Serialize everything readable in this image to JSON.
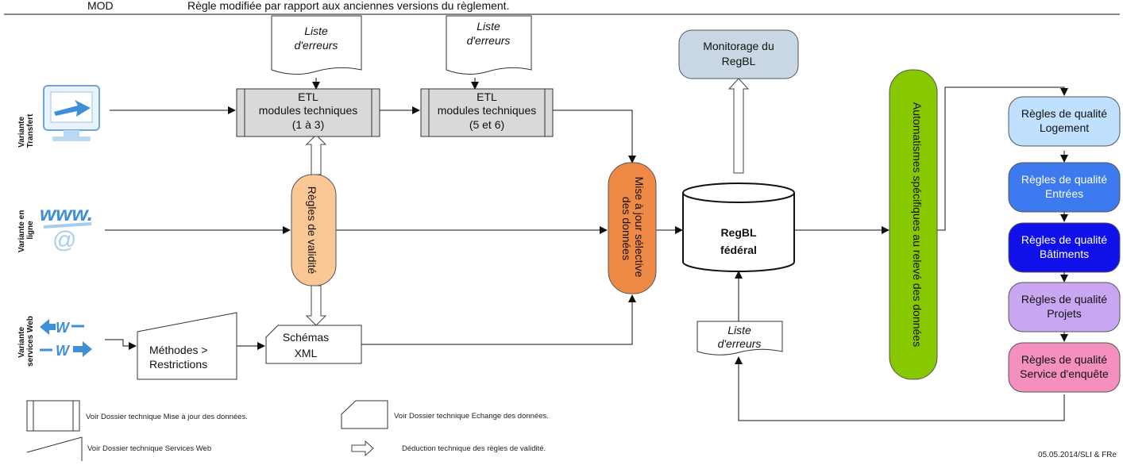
{
  "header": {
    "code": "MOD",
    "description": "Règle modifiée par rapport aux anciennes versions du règlement."
  },
  "variants": {
    "transfert": [
      "Variante",
      "Transfert"
    ],
    "en_ligne": [
      "Variante en",
      "ligne"
    ],
    "services_web": [
      "Variante",
      "services Web"
    ]
  },
  "www_text": "www.",
  "error_list": [
    "Liste",
    "d'erreurs"
  ],
  "etl1": [
    "ETL",
    "modules techniques",
    "(1 à 3)"
  ],
  "etl2": [
    "ETL",
    "modules techniques",
    "(5 et 6)"
  ],
  "validity_rules": "Règles de validité",
  "methods": [
    "Méthodes >",
    "Restrictions"
  ],
  "schemas": [
    "Schémas",
    "XML"
  ],
  "update_selective": [
    "Mise à jour sélective",
    "des données"
  ],
  "monitoring": [
    "Monitorage du",
    "RegBL"
  ],
  "regbl": [
    "RegBL",
    "fédéral"
  ],
  "automatismes": "Automatismes spécifiques au relevé des données",
  "quality_rules": [
    {
      "line1": "Règles de qualité",
      "line2": "Logement",
      "color": "#bfe0ff"
    },
    {
      "line1": "Règles de qualité",
      "line2": "Entrées",
      "color": "#3d79ef"
    },
    {
      "line1": "Règles de qualité",
      "line2": "Bâtiments",
      "color": "#1010e8"
    },
    {
      "line1": "Règles de qualité",
      "line2": "Projets",
      "color": "#c9a6f2"
    },
    {
      "line1": "Règles de qualité",
      "line2": "Service d'enquête",
      "color": "#f58fbd"
    }
  ],
  "legend": {
    "update_doc": "Voir Dossier technique Mise à jour des données.",
    "exchange_doc": "Voir Dossier technique Echange des données.",
    "webservices_doc": "Voir Dossier technique Services Web",
    "deduction": "Déduction technique des règles de validité."
  },
  "footer": "05.05.2014/SLI & FRe",
  "colors": {
    "etl_fill": "#d9d9d9",
    "validity_fill": "#fbc795",
    "update_fill": "#ee8a46",
    "monitor_fill": "#c9d6e4",
    "automatismes_fill": "#88c800",
    "icon_blue": "#3f8fd8"
  }
}
